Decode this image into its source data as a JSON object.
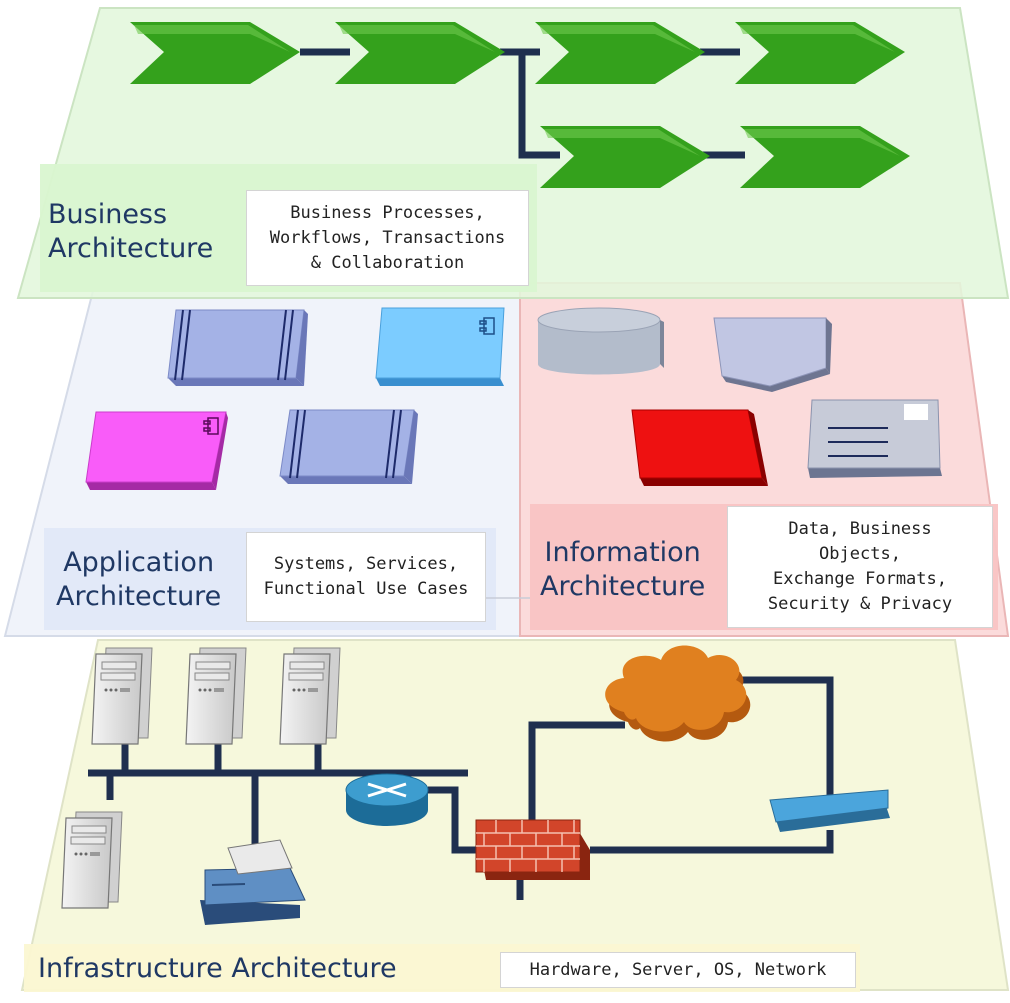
{
  "layers": {
    "business": {
      "title_line1": "Business",
      "title_line2": "Architecture",
      "desc": [
        "Business Processes,",
        "Workflows, Transactions",
        "& Collaboration"
      ],
      "color": "#e3f7dc",
      "accent": "#4caf2a"
    },
    "application": {
      "title_line1": "Application",
      "title_line2": "Architecture",
      "desc": [
        "Systems, Services,",
        "Functional Use Cases"
      ],
      "color": "#e8ecf7"
    },
    "information": {
      "title_line1": "Information",
      "title_line2": "Architecture",
      "desc": [
        "Data, Business",
        "Objects,",
        "Exchange Formats,",
        "Security & Privacy"
      ],
      "color": "#fbd6d6"
    },
    "infrastructure": {
      "title": "Infrastructure Architecture",
      "desc": [
        "Hardware, Server, OS, Network"
      ],
      "color": "#f6f8dc"
    }
  },
  "icons": [
    "process-arrow-icon",
    "server-icon",
    "router-icon",
    "firewall-icon",
    "cloud-icon",
    "printer-icon",
    "switch-icon",
    "database-icon",
    "document-icon",
    "component-icon"
  ]
}
